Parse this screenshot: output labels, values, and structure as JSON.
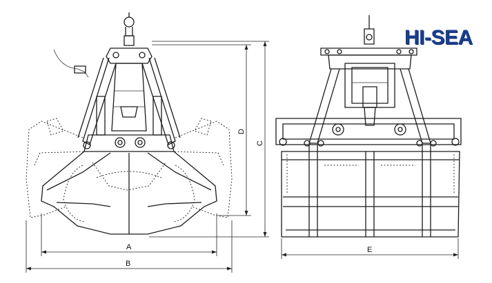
{
  "brand": {
    "logo_text": "HI-SEA",
    "logo_color": "#1b3e8e"
  },
  "dimensions": {
    "A": "A",
    "B": "B",
    "C": "C",
    "D": "D",
    "E": "E"
  },
  "views": [
    "front-view",
    "side-view"
  ],
  "line_color": "#1a1a1a"
}
